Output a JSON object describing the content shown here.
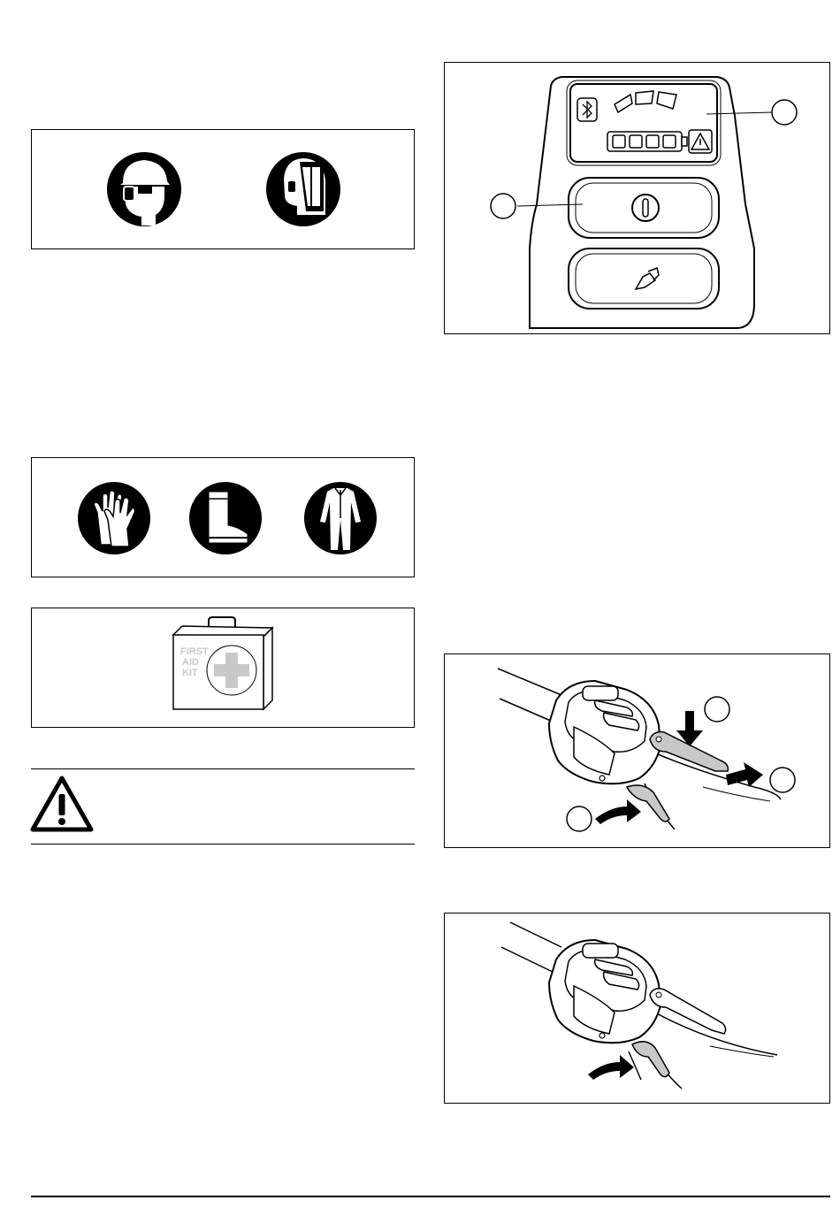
{
  "figures": {
    "head_protection": {
      "icons": [
        "hard-hat-ear-protection-icon",
        "face-shield-icon"
      ]
    },
    "body_protection": {
      "icons": [
        "gloves-icon",
        "boots-icon",
        "coverall-icon"
      ]
    },
    "first_aid": {
      "icon": "first-aid-kit-icon",
      "label_line1": "FIRST",
      "label_line2": "AID",
      "label_line3": "KIT"
    },
    "warning": {
      "icon": "warning-triangle-icon"
    },
    "control_panel": {
      "icons": [
        "bluetooth-icon",
        "speed-mode-icon",
        "battery-indicator-icon",
        "warning-icon",
        "power-button-icon",
        "boost-button-icon"
      ],
      "callouts": 2
    },
    "handle_start": {
      "callouts": 3
    },
    "handle_release": {
      "callouts": 0
    }
  },
  "colors": {
    "ink": "#000000",
    "grey": "#c8c8c8",
    "panel_fill": "#ffffff"
  }
}
